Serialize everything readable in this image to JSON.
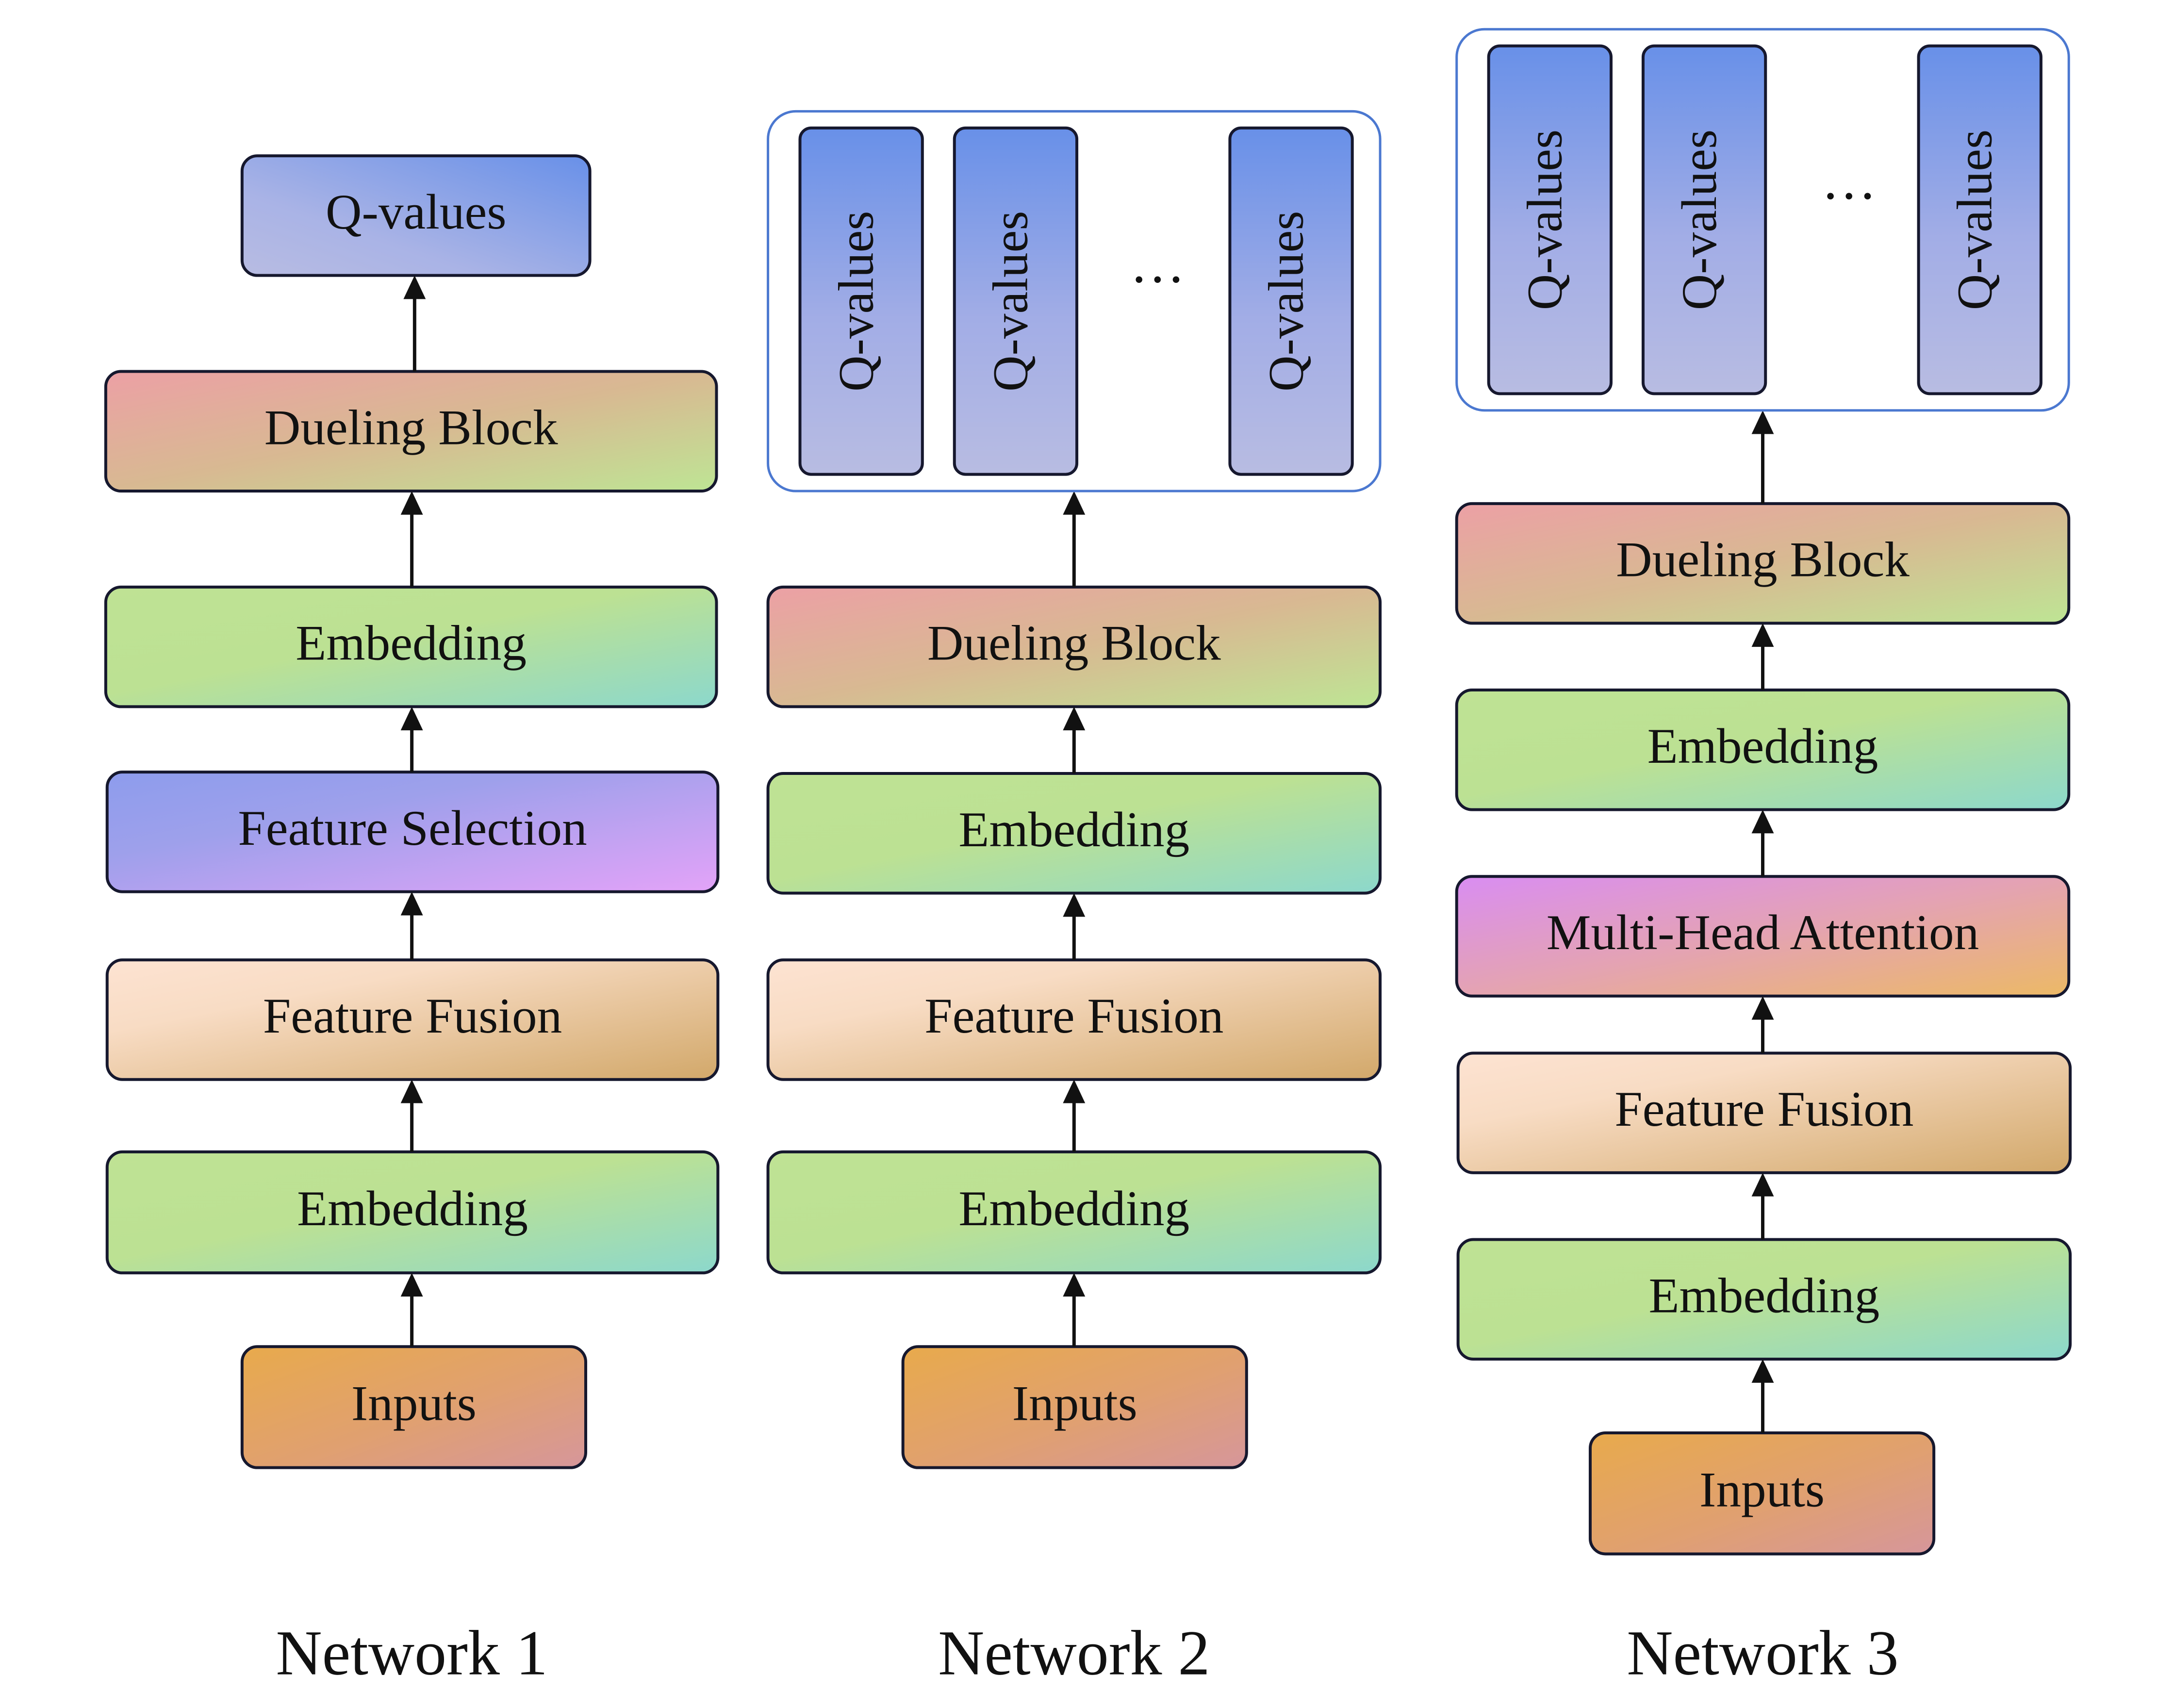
{
  "networks": [
    {
      "caption": "Network 1",
      "blocks": [
        "Inputs",
        "Embedding",
        "Feature Fusion",
        "Feature Selection",
        "Embedding",
        "Dueling Block",
        "Q-values"
      ]
    },
    {
      "caption": "Network 2",
      "blocks": [
        "Inputs",
        "Embedding",
        "Feature Fusion",
        "Embedding",
        "Dueling Block"
      ],
      "q_group": {
        "labels": [
          "Q-values",
          "Q-values",
          "Q-values"
        ],
        "ellipsis": "···"
      }
    },
    {
      "caption": "Network 3",
      "blocks": [
        "Inputs",
        "Embedding",
        "Feature Fusion",
        "Multi-Head Attention",
        "Embedding",
        "Dueling Block"
      ],
      "q_group": {
        "labels": [
          "Q-values",
          "Q-values",
          "Q-values"
        ],
        "ellipsis": "···"
      }
    }
  ],
  "colors": {
    "inputs": [
      "#e8aa4c",
      "#d6969b"
    ],
    "embedding": [
      "#bfe294",
      "#8cd8cc"
    ],
    "feature_fusion": [
      "#fde3d2",
      "#d2a86a"
    ],
    "feature_selection": [
      "#8d9ced",
      "#e3a3f8"
    ],
    "multi_head_attention": [
      "#d98df2",
      "#ecb966"
    ],
    "dueling_block": [
      "#eca0a5",
      "#bee594"
    ],
    "q_values": [
      "#b8bce2",
      "#6890e8"
    ],
    "group_outline": "#4b78d0",
    "block_border": "#16182e"
  }
}
